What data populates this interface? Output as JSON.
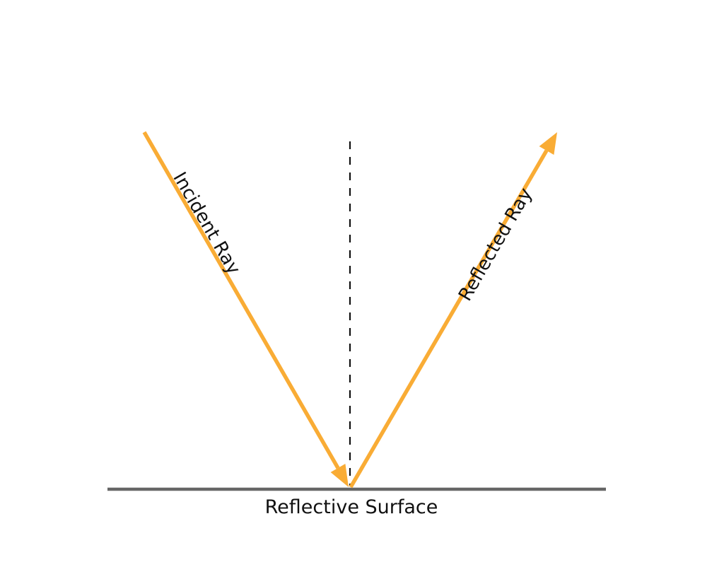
{
  "labels": {
    "incident": "Incident Ray",
    "reflected": "Reflected Ray",
    "surface": "Reflective Surface"
  },
  "colors": {
    "ray": "#F9AC35",
    "surface": "#666666",
    "normal": "#111111"
  }
}
